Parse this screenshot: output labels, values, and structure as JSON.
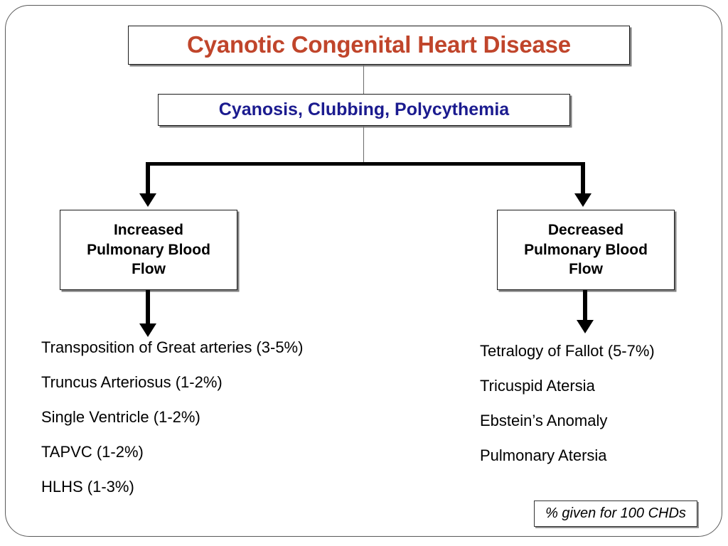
{
  "slide": {
    "title_box": {
      "text": "Cyanotic Congenital Heart Disease",
      "color": "#C0452B"
    },
    "signs_box": {
      "text": "Cyanosis, Clubbing, Polycythemia",
      "color": "#1B1B8F"
    },
    "branches": [
      {
        "id": "increased",
        "lines": [
          "Increased",
          "Pulmonary Blood",
          "Flow"
        ],
        "conditions": [
          "Transposition of Great arteries (3-5%)",
          "Truncus Arteriosus (1-2%)",
          "Single Ventricle (1-2%)",
          "TAPVC (1-2%)",
          "HLHS (1-3%)"
        ]
      },
      {
        "id": "decreased",
        "lines": [
          "Decreased",
          "Pulmonary Blood",
          "Flow"
        ],
        "conditions": [
          "Tetralogy of Fallot (5-7%)",
          "Tricuspid Atersia",
          "Ebstein’s Anomaly",
          "Pulmonary Atersia"
        ]
      }
    ],
    "footnote": {
      "text": "% given for 100 CHDs"
    }
  }
}
